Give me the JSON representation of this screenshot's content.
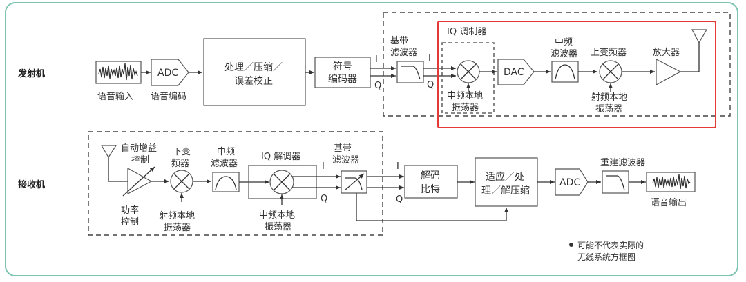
{
  "rows": {
    "transmitter": "发射机",
    "receiver": "接收机"
  },
  "tx": {
    "voice_input": "语音输入",
    "adc": "ADC",
    "voice_encode": "语音编码",
    "process_l1": "处理／压缩／",
    "process_l2": "误差校正",
    "symbol_l1": "符号",
    "symbol_l2": "编码器",
    "bb_filter_l1": "基带",
    "bb_filter_l2": "滤波器",
    "iq_mod": "IQ 调制器",
    "if_lo_l1": "中频本地",
    "if_lo_l2": "振荡器",
    "dac": "DAC",
    "if_filter_l1": "中频",
    "if_filter_l2": "滤波器",
    "upconv": "上变频器",
    "rf_lo_l1": "射频本地",
    "rf_lo_l2": "振荡器",
    "amp": "放大器",
    "i": "I",
    "q": "Q"
  },
  "rx": {
    "agc_l1": "自动增益",
    "agc_l2": "控制",
    "power_l1": "功率",
    "power_l2": "控制",
    "downconv_l1": "下变",
    "downconv_l2": "频器",
    "rf_lo_l1": "射频本地",
    "rf_lo_l2": "振荡器",
    "if_filter_l1": "中频",
    "if_filter_l2": "滤波器",
    "iq_demod": "IQ 解调器",
    "if_lo_l1": "中频本地",
    "if_lo_l2": "振荡器",
    "bb_filter_l1": "基带",
    "bb_filter_l2": "滤波器",
    "decode_l1": "解码",
    "decode_l2": "比特",
    "adapt_l1": "适应／处",
    "adapt_l2": "理／解压缩",
    "adc": "ADC",
    "recon_filter": "重建滤波器",
    "voice_output": "语音输出",
    "i": "I",
    "q": "Q"
  },
  "note": {
    "line1": "可能不代表实际的",
    "line2": "无线系统方框图"
  },
  "colors": {
    "frame": "#7cc4b0",
    "highlight": "#e53935",
    "line": "#333333"
  }
}
